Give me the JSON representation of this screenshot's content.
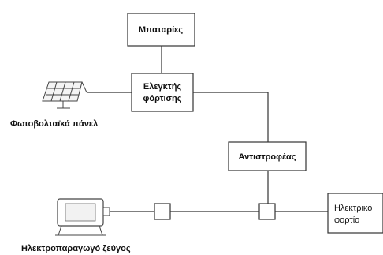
{
  "diagram": {
    "batteries": "Μπαταρίες",
    "controller_line1": "Ελεγκτής",
    "controller_line2": "φόρτισης",
    "inverter": "Αντιστροφέας",
    "solar_label": "Φωτοβολταϊκά πάνελ",
    "generator_label": "Ηλεκτροπαραγωγό ζεύγος",
    "load_line1": "Ηλεκτρικό",
    "load_line2": "φορτίο"
  }
}
